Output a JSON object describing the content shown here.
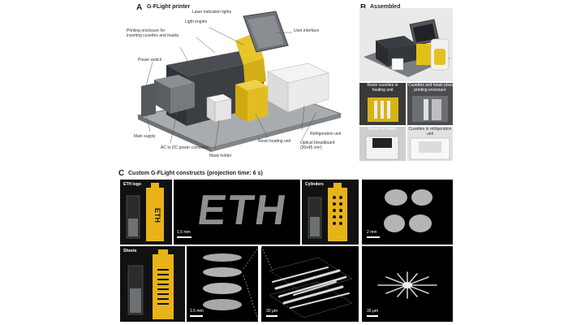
{
  "panelA": {
    "letter": "A",
    "title": "G-FLight printer",
    "labels": {
      "laser": "Laser indication lights",
      "light_engine": "Light engine",
      "enclosure": "Printing enclosure for\ninserting cuvettes and masks",
      "user_interface": "User interface",
      "power_switch": "Power switch",
      "main_supply": "Main supply",
      "ac_dc": "AC to DC power converter",
      "mask_holder": "Mask holder",
      "resin_heating": "Resin heating unit",
      "refrigeration": "Refrigeration unit",
      "breadboard": "Optical breadboard\n(30x45 cm²)"
    }
  },
  "panelB": {
    "letter": "B",
    "title": "Assembled\nG-FLight printer",
    "photos": {
      "p1": "Resin cuvettes in\nheating unit",
      "p2": "Cuvettes and mask placed in\nprinting enclosure",
      "p3": "Masks in holder",
      "p4": "Cuvettes in refrigeration unit"
    }
  },
  "panelC": {
    "letter": "C",
    "title": "Custom G-FLight constructs (projection time: 6 s)",
    "eth_logo": "ETH logo",
    "cylinders": "Cylinders",
    "sheets": "Sheets",
    "scale_15mm_a": "1.5 mm",
    "scale_2mm": "2 mm",
    "scale_15mm_b": "1.5 mm",
    "scale_30um_a": "30 µm",
    "scale_30um_b": "30 µm",
    "eth_text": "ETH"
  }
}
